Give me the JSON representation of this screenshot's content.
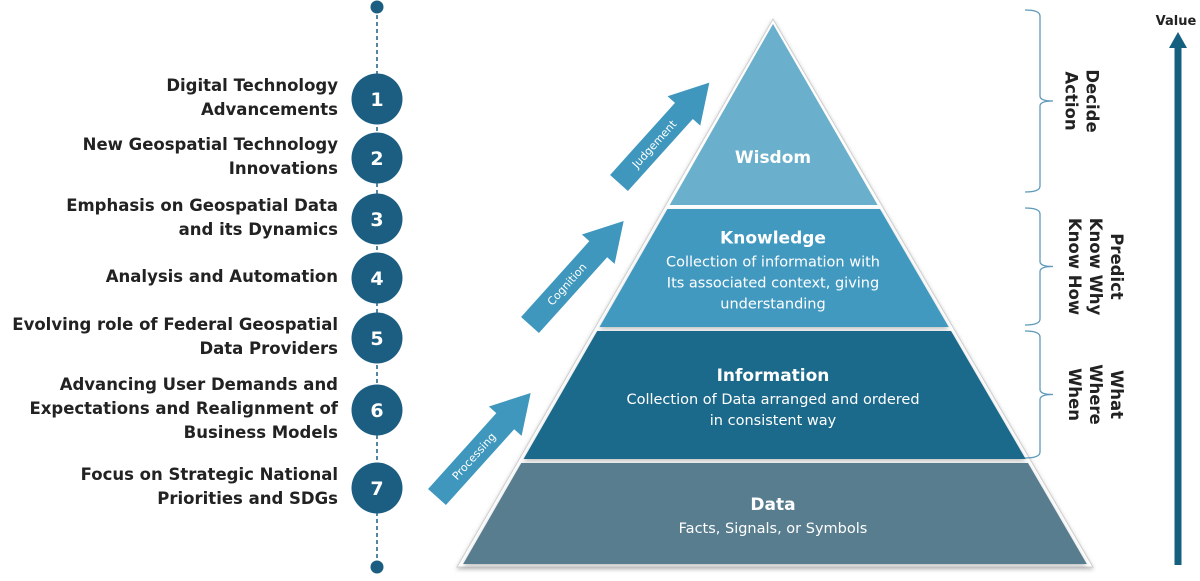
{
  "timeline": {
    "items": [
      {
        "number": "1",
        "lines": [
          "Digital Technology",
          "Advancements"
        ]
      },
      {
        "number": "2",
        "lines": [
          "New Geospatial Technology",
          "Innovations"
        ]
      },
      {
        "number": "3",
        "lines": [
          "Emphasis on Geospatial Data",
          "and its Dynamics"
        ]
      },
      {
        "number": "4",
        "lines": [
          "Analysis and Automation"
        ]
      },
      {
        "number": "5",
        "lines": [
          "Evolving role of Federal Geospatial",
          "Data Providers"
        ]
      },
      {
        "number": "6",
        "lines": [
          "Advancing User Demands and",
          "Expectations and Realignment of",
          "Business Models"
        ]
      },
      {
        "number": "7",
        "lines": [
          "Focus on Strategic National",
          "Priorities and SDGs"
        ]
      }
    ]
  },
  "arrows": [
    {
      "label": "Processing"
    },
    {
      "label": "Cognition"
    },
    {
      "label": "Judgement"
    }
  ],
  "pyramid": {
    "layers": [
      {
        "title": "Wisdom",
        "lines": []
      },
      {
        "title": "Knowledge",
        "lines": [
          "Collection of information with",
          "Its associated context, giving",
          "understanding"
        ]
      },
      {
        "title": "Information",
        "lines": [
          "Collection of Data arranged and ordered",
          "in consistent way"
        ]
      },
      {
        "title": "Data",
        "lines": [
          "Facts, Signals, or Symbols"
        ]
      }
    ]
  },
  "brackets": [
    {
      "lines": [
        "Decide",
        "Action"
      ]
    },
    {
      "lines": [
        "Predict",
        "Know Why",
        "Know How"
      ]
    },
    {
      "lines": [
        "What",
        "Where",
        "When"
      ]
    }
  ],
  "value_axis": {
    "label": "Value"
  },
  "colors": {
    "timeline": "#1b5e82",
    "arrow": "#3f97bd",
    "wisdom": "#6aafcc",
    "knowledge": "#4399c0",
    "information": "#1f6a8b",
    "data": "#587d8f",
    "bracket": "#5e9ab8",
    "value_arrow": "#15607f"
  }
}
